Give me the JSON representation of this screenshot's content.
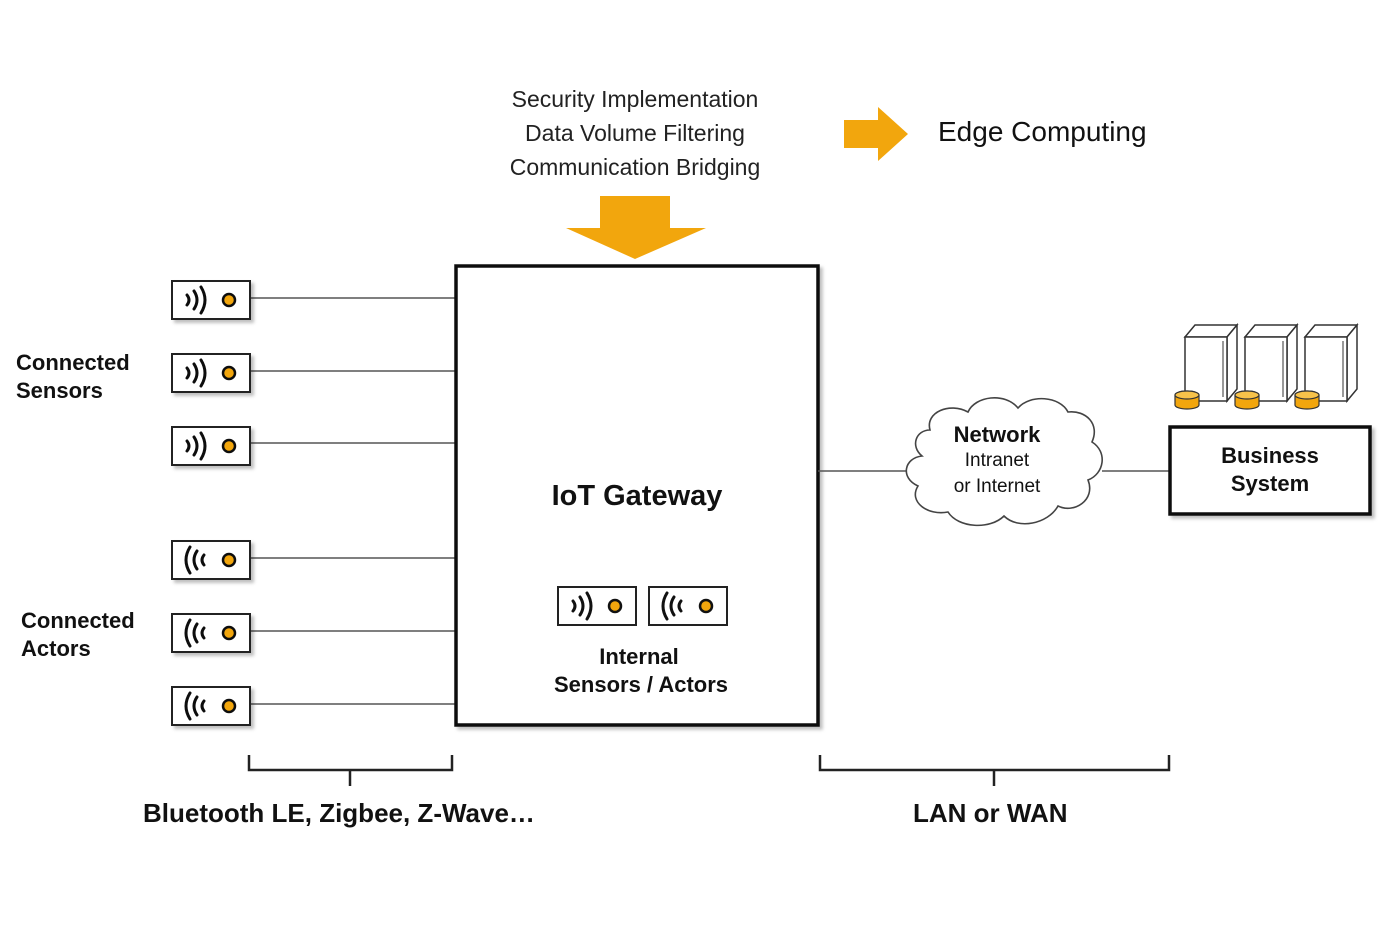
{
  "features": [
    "Security Implementation",
    "Data Volume Filtering",
    "Communication Bridging"
  ],
  "edge_label": "Edge Computing",
  "gateway": {
    "title": "IoT Gateway",
    "internal_label_1": "Internal",
    "internal_label_2": "Sensors / Actors"
  },
  "sensors_label": [
    "Connected",
    "Sensors"
  ],
  "actors_label": [
    "Connected",
    "Actors"
  ],
  "network": {
    "title": "Network",
    "line1": "Intranet",
    "line2": "or Internet"
  },
  "business": [
    "Business",
    "System"
  ],
  "bottom_left_label": "Bluetooth LE, Zigbee, Z-Wave…",
  "bottom_right_label": "LAN or WAN",
  "colors": {
    "accent": "#f2a60d",
    "stroke": "#111111",
    "link": "#555555"
  },
  "icons": {
    "sensor": "sensor-wave-out-icon",
    "actor": "actor-wave-in-icon",
    "arrow": "orange-arrow-icon",
    "cloud": "cloud-icon",
    "server": "server-icon"
  }
}
